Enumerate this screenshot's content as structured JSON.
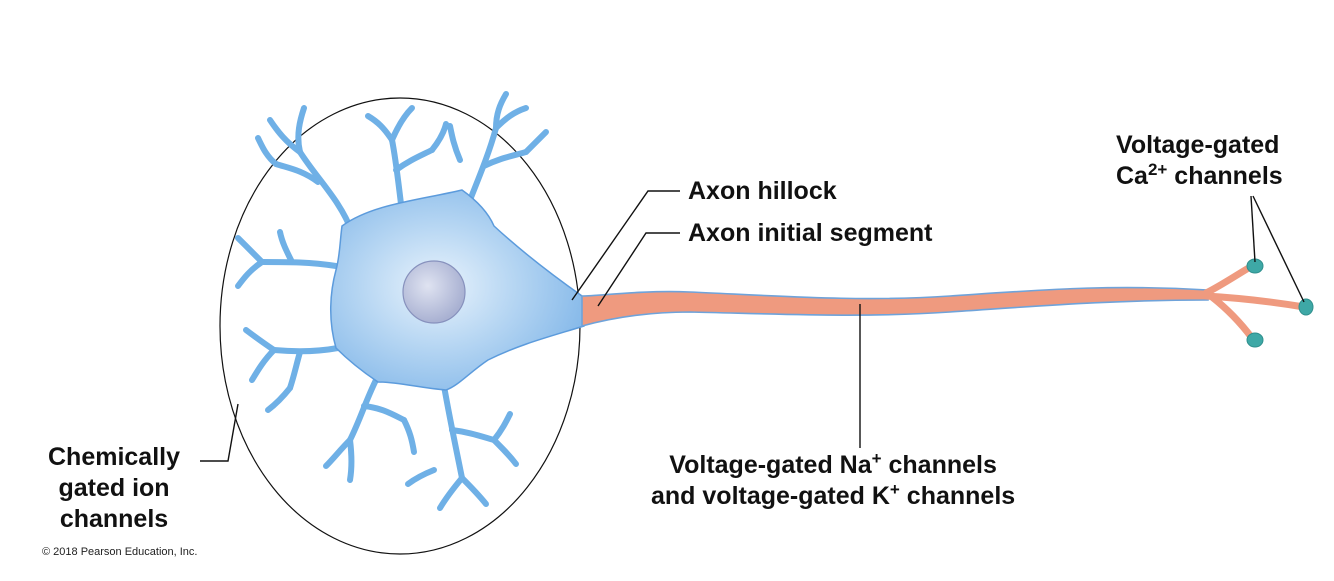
{
  "labels": {
    "axon_hillock": "Axon hillock",
    "axon_initial_segment": "Axon initial segment",
    "ca_channels": {
      "line1": "Voltage-gated",
      "line2_prefix": "Ca",
      "line2_sup": "2+",
      "line2_suffix": " channels"
    },
    "na_k_channels": {
      "line1_prefix": "Voltage-gated Na",
      "line1_sup": "+",
      "line1_suffix": " channels",
      "line2_prefix": "and voltage-gated K",
      "line2_sup": "+",
      "line2_suffix": " channels"
    },
    "chemically_gated": {
      "line1": "Chemically",
      "line2": "gated ion",
      "line3": "channels"
    }
  },
  "copyright": "© 2018 Pearson Education, Inc.",
  "colors": {
    "soma": "#9cc6ec",
    "soma_edge": "#4a90d6",
    "dendrite": "#6fb0e6",
    "axon": "#ef9a7f",
    "axon_edge": "#6fa3da",
    "terminal": "#3ea8a6",
    "nucleus": "#b7bfdc"
  }
}
